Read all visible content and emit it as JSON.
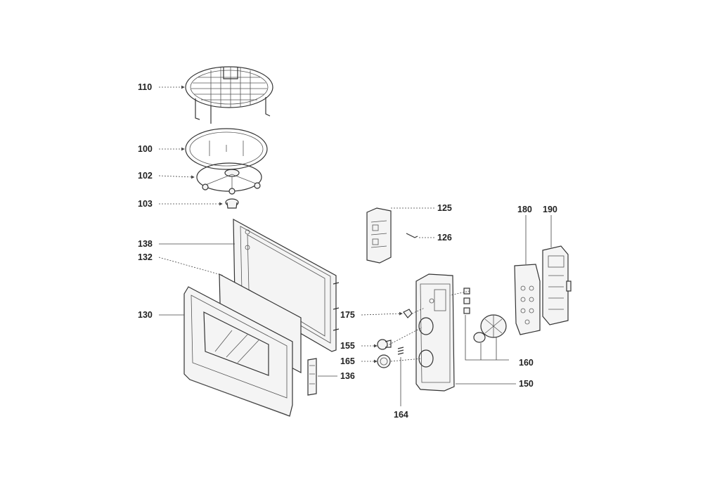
{
  "labels": {
    "l110": "110",
    "l100": "100",
    "l102": "102",
    "l103": "103",
    "l138": "138",
    "l132": "132",
    "l130": "130",
    "l136": "136",
    "l125": "125",
    "l126": "126",
    "l175": "175",
    "l155": "155",
    "l165": "165",
    "l164": "164",
    "l150": "150",
    "l160": "160",
    "l180": "180",
    "l190": "190"
  }
}
